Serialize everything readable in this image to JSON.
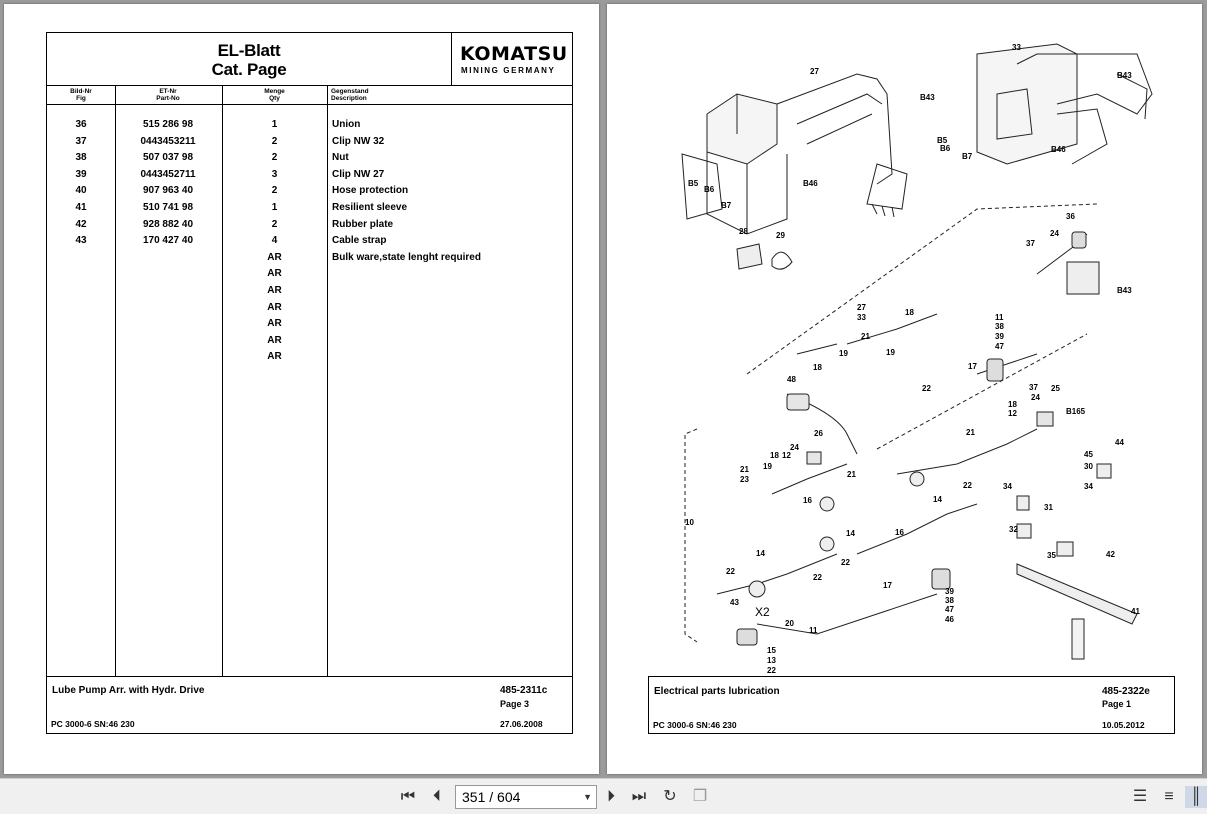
{
  "left_sheet": {
    "title_line1": "EL-Blatt",
    "title_line2": "Cat. Page",
    "logo_text": "KOMATSU",
    "logo_subtext": "MINING GERMANY",
    "columns": [
      {
        "de": "Bild-Nr",
        "en": "Fig"
      },
      {
        "de": "ET-Nr",
        "en": "Part-No"
      },
      {
        "de": "Menge",
        "en": "Qty"
      },
      {
        "de": "Gegenstand",
        "en": "Description"
      }
    ],
    "rows": [
      {
        "fig": "36",
        "part": "515 286 98",
        "qty": "1",
        "desc": "Union"
      },
      {
        "fig": "37",
        "part": "0443453211",
        "qty": "2",
        "desc": "Clip NW 32"
      },
      {
        "fig": "38",
        "part": "507 037 98",
        "qty": "2",
        "desc": "Nut"
      },
      {
        "fig": "39",
        "part": "0443452711",
        "qty": "3",
        "desc": "Clip NW 27"
      },
      {
        "fig": "40",
        "part": "907 963 40",
        "qty": "2",
        "desc": "Hose protection"
      },
      {
        "fig": "41",
        "part": "510 741 98",
        "qty": "1",
        "desc": "Resilient sleeve"
      },
      {
        "fig": "42",
        "part": "928 882 40",
        "qty": "2",
        "desc": "Rubber plate"
      },
      {
        "fig": "43",
        "part": "170 427 40",
        "qty": "4",
        "desc": "Cable strap"
      },
      {
        "fig": "",
        "part": "",
        "qty": "AR",
        "desc": "Bulk ware,state lenght required"
      },
      {
        "fig": "",
        "part": "",
        "qty": "AR",
        "desc": ""
      },
      {
        "fig": "",
        "part": "",
        "qty": "AR",
        "desc": ""
      },
      {
        "fig": "",
        "part": "",
        "qty": "AR",
        "desc": ""
      },
      {
        "fig": "",
        "part": "",
        "qty": "AR",
        "desc": ""
      },
      {
        "fig": "",
        "part": "",
        "qty": "AR",
        "desc": ""
      },
      {
        "fig": "",
        "part": "",
        "qty": "AR",
        "desc": ""
      }
    ],
    "footer": {
      "description": "Lube Pump Arr. with Hydr. Drive",
      "doc_no": "485-2311c",
      "page": "Page 3",
      "model": "PC 3000-6 SN:46 230",
      "date": "27.06.2008"
    }
  },
  "right_sheet": {
    "labels": [
      "27",
      "33",
      "B43",
      "B43",
      "B46",
      "B5",
      "B6",
      "B7",
      "B5",
      "B6",
      "B7",
      "B46",
      "28",
      "29",
      "36",
      "37",
      "24",
      "B43",
      "27",
      "33",
      "18",
      "21",
      "19",
      "11",
      "38",
      "39",
      "47",
      "18",
      "19",
      "48",
      "17",
      "22",
      "37",
      "25",
      "24",
      "18",
      "12",
      "B165",
      "26",
      "24",
      "18",
      "12",
      "21",
      "19",
      "21",
      "23",
      "21",
      "16",
      "22",
      "14",
      "16",
      "10",
      "14",
      "22",
      "14",
      "22",
      "22",
      "17",
      "11",
      "39",
      "38",
      "47",
      "46",
      "X2",
      "20",
      "15",
      "13",
      "22",
      "43",
      "44",
      "45",
      "30",
      "34",
      "34",
      "31",
      "32",
      "35",
      "42",
      "41"
    ],
    "footer": {
      "description": "Electrical parts lubrication",
      "doc_no": "485-2322e",
      "page": "Page 1",
      "model": "PC 3000-6 SN:46 230",
      "date": "10.05.2012"
    }
  },
  "toolbar": {
    "page_indicator": "351 / 604",
    "icons": [
      "first-page-icon",
      "prev-page-icon",
      "next-page-icon",
      "last-page-icon",
      "rotate-icon",
      "fit-icon",
      "single-page-icon",
      "continuous-icon",
      "two-page-icon"
    ]
  }
}
